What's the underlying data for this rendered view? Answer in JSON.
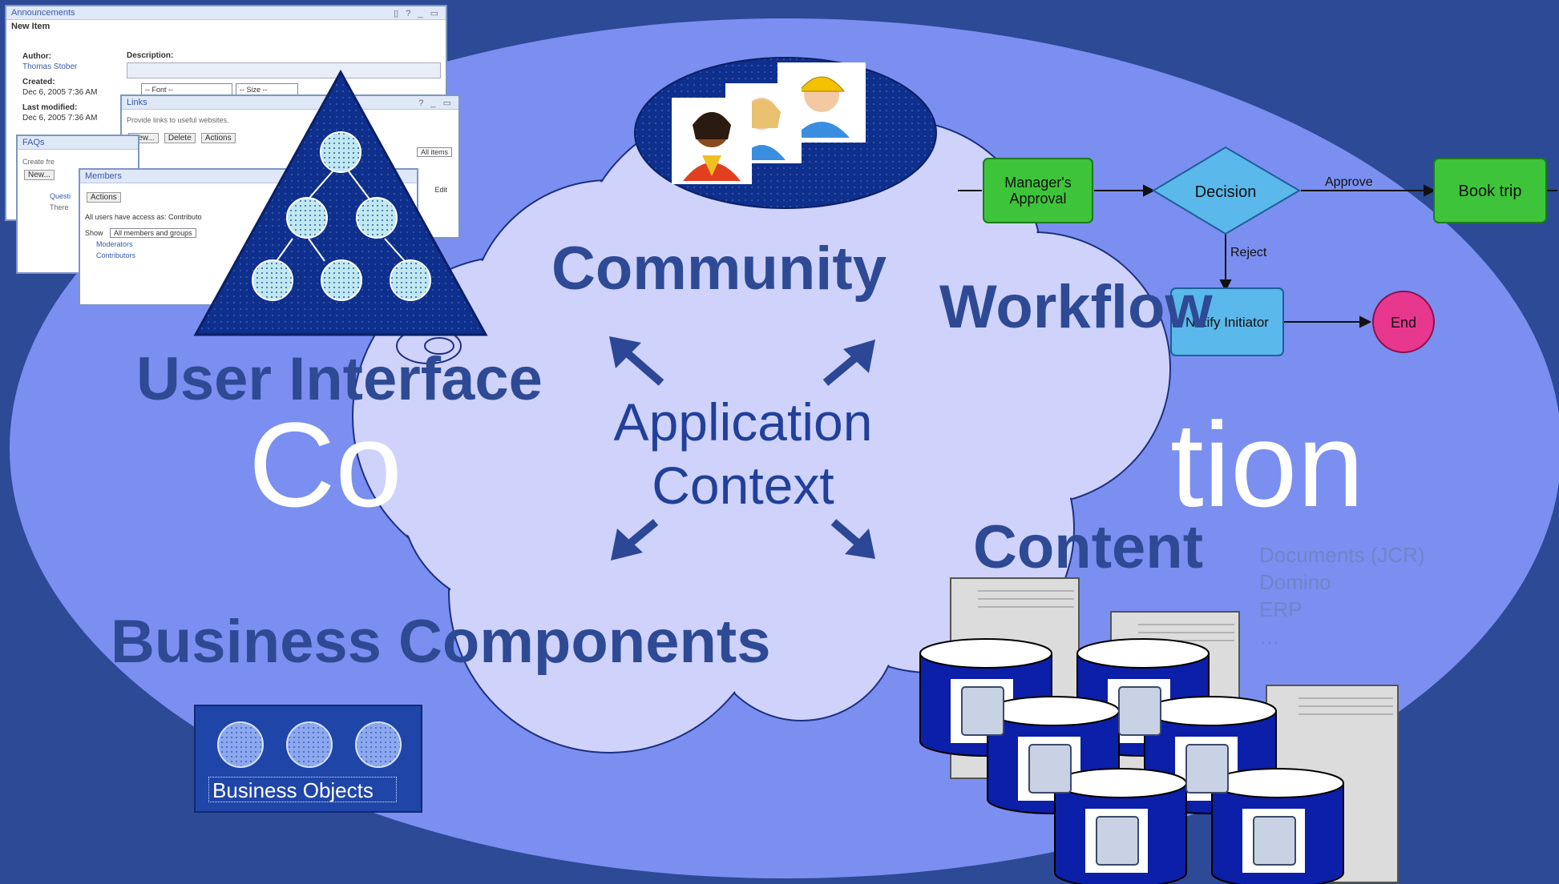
{
  "background_text": {
    "left": "Co",
    "right": "tion"
  },
  "labels": {
    "community": "Community",
    "workflow": "Workflow",
    "user_interface": "User Interface",
    "content": "Content",
    "business_components": "Business Components",
    "app_context_line1": "Application",
    "app_context_line2": "Context"
  },
  "business_objects_label": "Business Objects",
  "data_sources": [
    "Documents (JCR)",
    "Domino",
    "ERP",
    "…"
  ],
  "workflow": {
    "managers_approval_line1": "Manager's",
    "managers_approval_line2": "Approval",
    "decision": "Decision",
    "approve": "Approve",
    "book_trip": "Book trip",
    "reject": "Reject",
    "notify_initiator": "Notify Initiator",
    "end": "End"
  },
  "ui_windows": {
    "announcements": {
      "title": "Announcements",
      "subtitle": "New Item",
      "author_label": "Author:",
      "author": "Thomas Stober",
      "created_label": "Created:",
      "created": "Dec 6, 2005 7:36 AM",
      "modified_label": "Last modified:",
      "modified": "Dec 6, 2005 7:36 AM",
      "description_label": "Description:",
      "font": "-- Font --",
      "size": "-- Size --"
    },
    "links": {
      "title": "Links",
      "text": "Provide links to useful websites.",
      "new": "New...",
      "delete": "Delete",
      "actions": "Actions",
      "all_items": "All items",
      "edit": "Edit"
    },
    "faqs": {
      "title": "FAQs",
      "create": "Create fre",
      "new": "New...",
      "question": "Questi",
      "there": "There"
    },
    "members": {
      "title": "Members",
      "actions": "Actions",
      "access": "All users have access as: Contributo",
      "show": "Show",
      "filter": "All members and groups",
      "moderators": "Moderators",
      "contributors": "Contributors"
    }
  },
  "colors": {
    "background": "#2c4a96",
    "ellipse": "#7b8ff0",
    "cloud": "#cfd3fb",
    "label_text": "#2e4a94",
    "workflow_green": "#3ec43a",
    "workflow_blue": "#5ab8ea",
    "end_pink": "#e8388e",
    "database_blue": "#0b1fa8"
  }
}
